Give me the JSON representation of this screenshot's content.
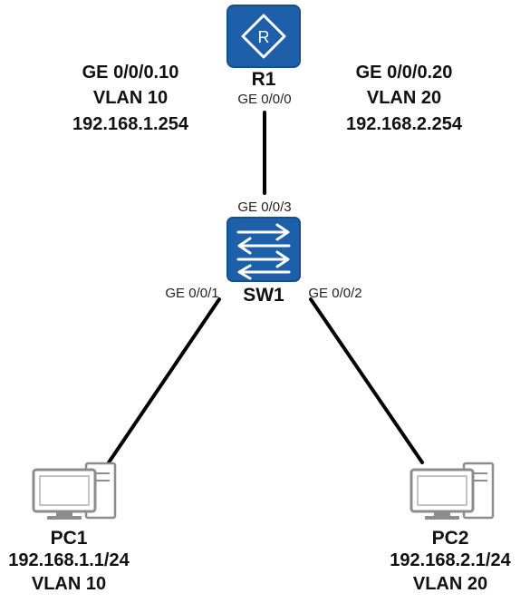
{
  "colors": {
    "device_blue": "#1d5fa8",
    "device_blue_dark": "#174f8e",
    "link": "#000000",
    "pc_gray": "#8c8c8c"
  },
  "r1": {
    "name": "R1",
    "icon": "router-icon",
    "port": "GE 0/0/0",
    "sub_left": {
      "interface": "GE 0/0/0.10",
      "vlan": "VLAN 10",
      "ip": "192.168.1.254"
    },
    "sub_right": {
      "interface": "GE 0/0/0.20",
      "vlan": "VLAN 20",
      "ip": "192.168.2.254"
    }
  },
  "sw1": {
    "name": "SW1",
    "icon": "switch-icon",
    "port_up": "GE 0/0/3",
    "port_left": "GE 0/0/1",
    "port_right": "GE 0/0/2"
  },
  "pc1": {
    "name": "PC1",
    "icon": "pc-icon",
    "ip": "192.168.1.1/24",
    "vlan": "VLAN 10"
  },
  "pc2": {
    "name": "PC2",
    "icon": "pc-icon",
    "ip": "192.168.2.1/24",
    "vlan": "VLAN 20"
  }
}
